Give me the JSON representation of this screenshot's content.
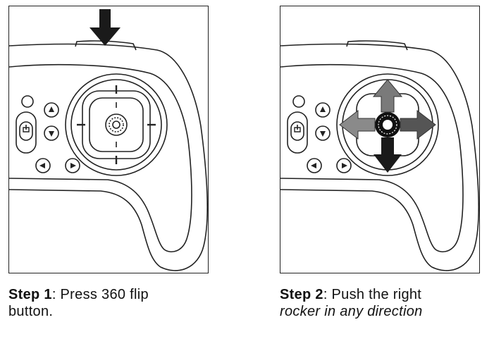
{
  "steps": [
    {
      "label": "Step 1",
      "separator": ":",
      "text": " Press 360 flip",
      "text2": "button."
    },
    {
      "label": "Step 2",
      "separator": ":",
      "text": " Push the right",
      "text2": "rocker in any direction"
    }
  ],
  "colors": {
    "stroke": "#222222",
    "arrow_dark": "#1a1a1a",
    "arrow_grey": "#7a7a7a"
  },
  "icons": {
    "press_arrow": "down-arrow-icon",
    "direction_arrows": [
      "up-arrow-icon",
      "left-arrow-icon",
      "right-arrow-icon",
      "down-arrow-icon"
    ]
  }
}
